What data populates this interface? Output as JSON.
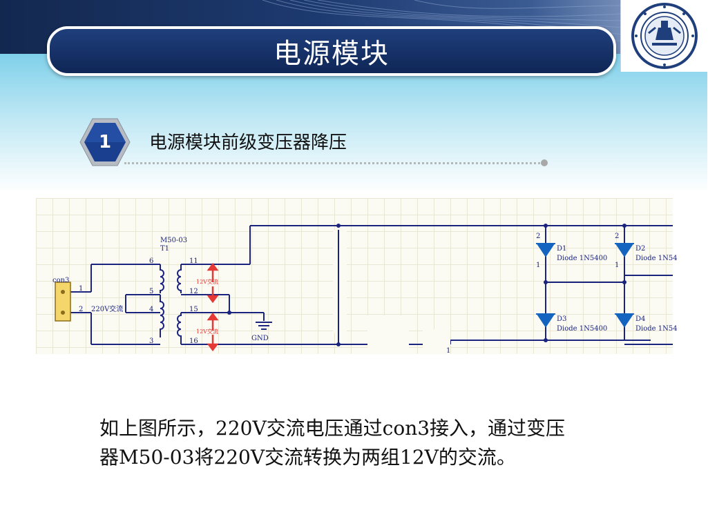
{
  "header": {
    "title": "电源模块"
  },
  "section": {
    "number": "1",
    "title": "电源模块前级变压器降压"
  },
  "schematic": {
    "connector_label": "con3",
    "connector_pin1": "1",
    "connector_pin2": "2",
    "input_label": "220V交流",
    "transformer_model": "M50-03",
    "transformer_ref": "T1",
    "primary_pins": [
      "6",
      "5",
      "4",
      "3"
    ],
    "secondary_pins": [
      "11",
      "12",
      "15",
      "16"
    ],
    "output_label_top": "12V交流",
    "output_label_bottom": "12V交流",
    "ground_label": "GND",
    "diodes": [
      {
        "ref": "D1",
        "part": "Diode 1N5400",
        "pin_top": "2",
        "pin_bottom": "1"
      },
      {
        "ref": "D2",
        "part": "Diode 1N54",
        "pin_top": "2",
        "pin_bottom": "1"
      },
      {
        "ref": "D3",
        "part": "Diode 1N5400"
      },
      {
        "ref": "D4",
        "part": "Diode 1N54"
      }
    ],
    "edge_pin": "1"
  },
  "description": {
    "line1": "如上图所示，220V交流电压通过con3接入，通过变压",
    "line2": "器M50-03将220V交流转换为两组12V的交流。"
  },
  "colors": {
    "header_blue": "#13284f",
    "wire": "#1a237e",
    "diode": "#1565c0",
    "arrow_red": "#e53935",
    "connector_yellow": "#f5d66a"
  }
}
